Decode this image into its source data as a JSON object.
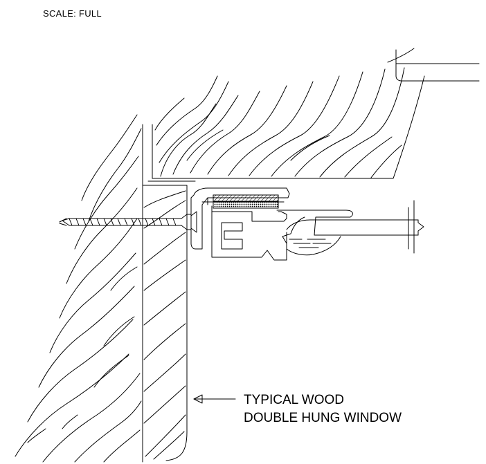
{
  "scale_note": "SCALE:  FULL",
  "callout": {
    "line1": "TYPICAL WOOD",
    "line2": "DOUBLE HUNG WINDOW"
  },
  "colors": {
    "ink": "#000000",
    "paper": "#ffffff"
  },
  "icons": {
    "callout_arrow": "arrow-left-icon"
  }
}
